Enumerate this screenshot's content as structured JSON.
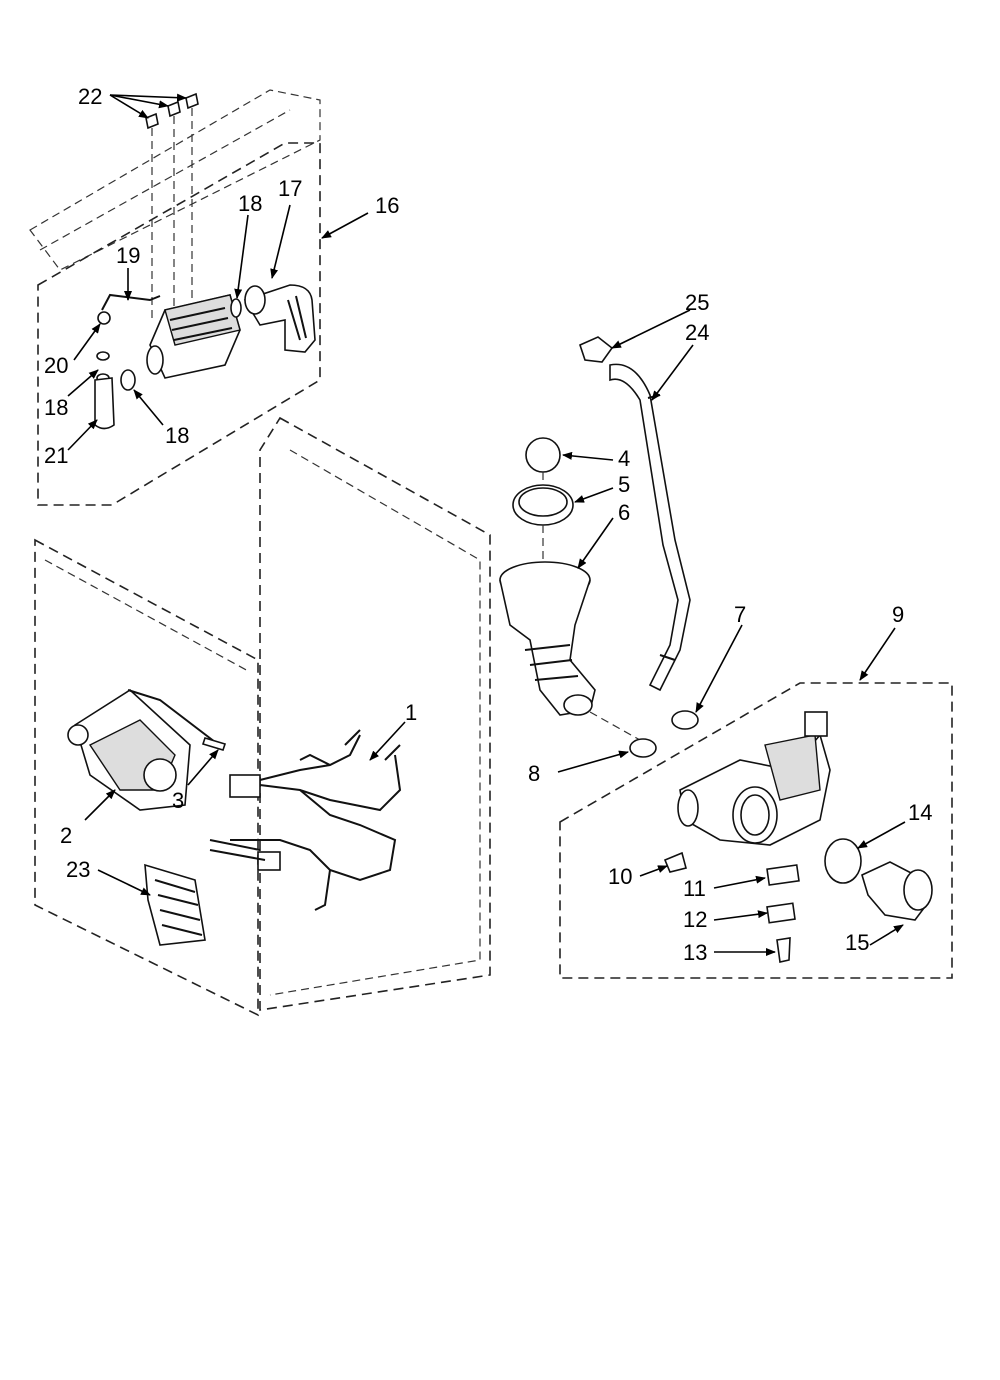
{
  "diagram": {
    "labels": {
      "l1": "1",
      "l2": "2",
      "l3": "3",
      "l4": "4",
      "l5": "5",
      "l6": "6",
      "l7": "7",
      "l8": "8",
      "l9": "9",
      "l10": "10",
      "l11": "11",
      "l12": "12",
      "l13": "13",
      "l14": "14",
      "l15": "15",
      "l16": "16",
      "l17": "17",
      "l18a": "18",
      "l18b": "18",
      "l18c": "18",
      "l19": "19",
      "l20": "20",
      "l21": "21",
      "l22": "22",
      "l23": "23",
      "l24": "24",
      "l25": "25"
    }
  }
}
